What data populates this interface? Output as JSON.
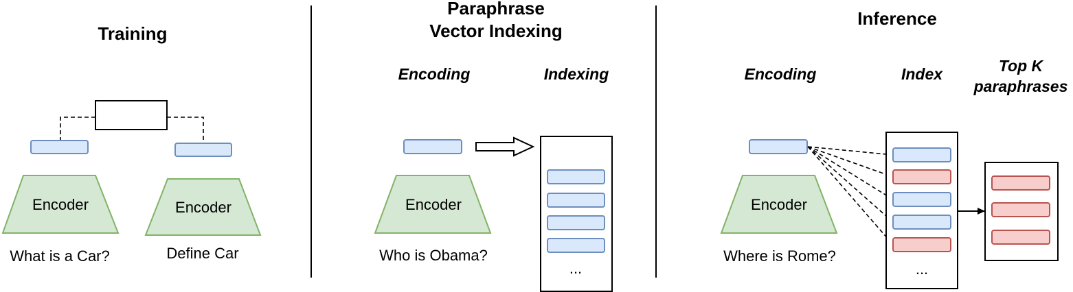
{
  "training": {
    "title": "Training",
    "encoder_left": "Encoder",
    "encoder_right": "Encoder",
    "query_left": "What is a Car?",
    "query_right": "Define Car"
  },
  "indexing": {
    "title_line1": "Paraphrase",
    "title_line2": "Vector Indexing",
    "encoding_label": "Encoding",
    "indexing_label": "Indexing",
    "encoder": "Encoder",
    "query": "Who is Obama?",
    "ellipsis": "..."
  },
  "inference": {
    "title": "Inference",
    "encoding_label": "Encoding",
    "index_label": "Index",
    "topk_line1": "Top K",
    "topk_line2": "paraphrases",
    "encoder": "Encoder",
    "query": "Where is Rome?",
    "ellipsis": "..."
  },
  "colors": {
    "vector_blue_fill": "#dae8fc",
    "vector_blue_stroke": "#6c8ebf",
    "vector_red_fill": "#f8cecc",
    "vector_red_stroke": "#b85450",
    "encoder_fill": "#d5e8d4",
    "encoder_stroke": "#82b366"
  }
}
